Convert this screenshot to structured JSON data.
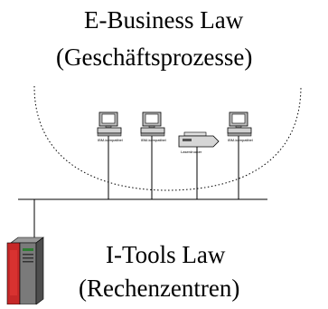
{
  "top_label": {
    "line1": "E-Business Law",
    "line2": "(Geschäftsprozesse)"
  },
  "bottom_label": {
    "line1": "I-Tools Law",
    "line2": "(Rechenzentren)"
  },
  "devices": [
    {
      "type": "pc-icon",
      "label": "IBM-kompatibel"
    },
    {
      "type": "pc-icon",
      "label": "IBM-kompatibel"
    },
    {
      "type": "printer-icon",
      "label": "Laserdrucker"
    },
    {
      "type": "pc-icon",
      "label": "IBM-kompatibel"
    }
  ],
  "server": {
    "type": "server-tower-icon"
  }
}
